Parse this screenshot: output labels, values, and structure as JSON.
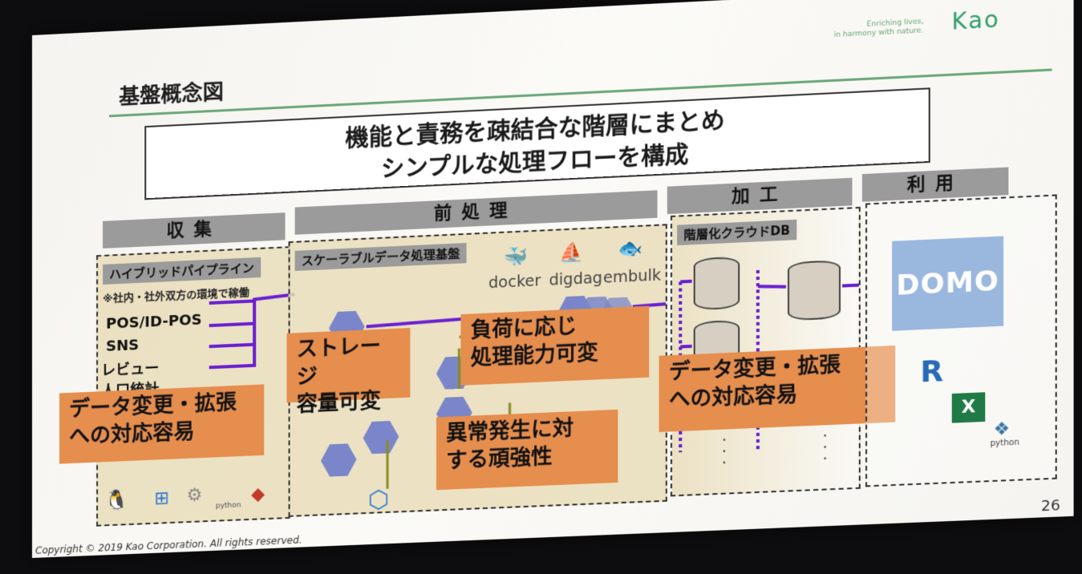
{
  "slide": {
    "title": "基盤概念図",
    "brand_tagline_1": "Enriching lives,",
    "brand_tagline_2": "in harmony with nature.",
    "brand_logo": "Kao",
    "headline_1": "機能と責務を疎結合な階層にまとめ",
    "headline_2": "シンプルな処理フローを構成",
    "footer": "Copyright © 2019 Kao Corporation. All rights reserved.",
    "page_number": "26"
  },
  "stages": [
    "収集",
    "前処理",
    "加工",
    "利用"
  ],
  "collect": {
    "panel_label": "ハイブリッドパイプライン",
    "note": "※社内・社外双方の環境で稼働",
    "sources": [
      "POS/ID-POS",
      "SNS",
      "レビュー",
      "人口統計"
    ],
    "callout_1": "データ変更・拡張",
    "callout_2": "への対応容易",
    "tools": [
      "python"
    ]
  },
  "preprocess": {
    "panel_label": "スケーラブルデータ処理基盤",
    "tools": [
      "docker",
      "digdag",
      "embulk"
    ],
    "callout_storage_1": "ストレージ",
    "callout_storage_2": "容量可変",
    "callout_load_1": "負荷に応じ",
    "callout_load_2": "処理能力可変",
    "callout_robust_1": "異常発生に対",
    "callout_robust_2": "する頑強性"
  },
  "transform": {
    "panel_label": "階層化クラウドDB",
    "callout_1": "データ変更・拡張",
    "callout_2": "への対応容易"
  },
  "use": {
    "domo_label": "DOMO",
    "r_label": "R",
    "excel_label": "X",
    "python_label": "python"
  },
  "colors": {
    "accent_green": "#6aa77a",
    "callout_orange": "#e58e4e",
    "arrow_purple": "#6a1fd1",
    "panel_beige": "#e9ddba",
    "stage_gray": "#9b9b9b"
  }
}
